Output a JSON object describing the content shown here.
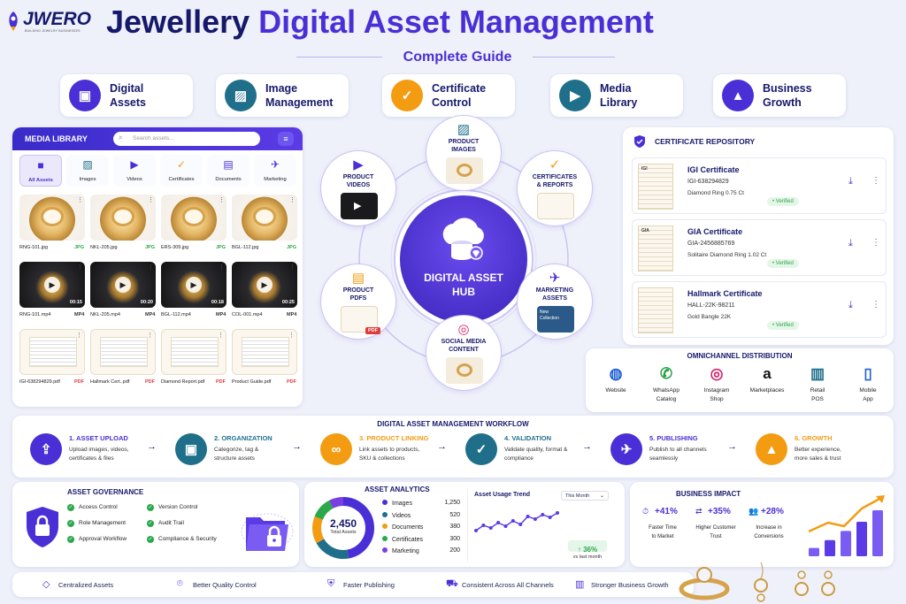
{
  "brand": {
    "name": "JWERO",
    "tagline": "BUILDING JEWELRY BUSINESSES"
  },
  "header": {
    "title_part1": "Jewellery",
    "title_part2": "Digital Asset Management",
    "subtitle": "Complete Guide"
  },
  "top_cards": [
    {
      "label1": "Digital",
      "label2": "Assets",
      "icon": "digital-assets-icon",
      "color": "#4b2fd6"
    },
    {
      "label1": "Image",
      "label2": "Management",
      "icon": "image-icon",
      "color": "#1f6f8b"
    },
    {
      "label1": "Certificate",
      "label2": "Control",
      "icon": "certificate-shield-icon",
      "color": "#f39c12"
    },
    {
      "label1": "Media",
      "label2": "Library",
      "icon": "media-library-icon",
      "color": "#1f6f8b"
    },
    {
      "label1": "Business",
      "label2": "Growth",
      "icon": "growth-chart-icon",
      "color": "#4b2fd6"
    }
  ],
  "media_library": {
    "title": "MEDIA LIBRARY",
    "search_placeholder": "Search assets...",
    "tabs": [
      "All Assets",
      "Images",
      "Videos",
      "Certificates",
      "Documents",
      "Marketing"
    ],
    "rows": [
      [
        {
          "name": "RNG-101.jpg",
          "type": "JPG"
        },
        {
          "name": "NKL-205.jpg",
          "type": "JPG"
        },
        {
          "name": "ERS-309.jpg",
          "type": "JPG"
        },
        {
          "name": "BGL-112.jpg",
          "type": "JPG"
        }
      ],
      [
        {
          "name": "RNG-101.mp4",
          "type": "MP4",
          "dur": "00:15"
        },
        {
          "name": "NKL-205.mp4",
          "type": "MP4",
          "dur": "00:20"
        },
        {
          "name": "BGL-112.mp4",
          "type": "MP4",
          "dur": "00:18"
        },
        {
          "name": "COL-001.mp4",
          "type": "MP4",
          "dur": "00:25"
        }
      ],
      [
        {
          "name": "IGI-638294829.pdf",
          "type": "PDF"
        },
        {
          "name": "Hallmark Cert..pdf",
          "type": "PDF"
        },
        {
          "name": "Diamond Report.pdf",
          "type": "PDF"
        },
        {
          "name": "Product Guide.pdf",
          "type": "PDF"
        }
      ]
    ]
  },
  "hub": {
    "center1": "DIGITAL ASSET",
    "center2": "HUB",
    "nodes": [
      {
        "l1": "PRODUCT",
        "l2": "IMAGES"
      },
      {
        "l1": "CERTIFICATES",
        "l2": "& REPORTS"
      },
      {
        "l1": "MARKETING",
        "l2": "ASSETS",
        "badge1": "New",
        "badge2": "Collection"
      },
      {
        "l1": "SOCIAL MEDIA",
        "l2": "CONTENT"
      },
      {
        "l1": "PRODUCT",
        "l2": "PDFS",
        "badge": "PDF"
      },
      {
        "l1": "PRODUCT",
        "l2": "VIDEOS"
      }
    ]
  },
  "cert_repo": {
    "title": "CERTIFICATE REPOSITORY",
    "items": [
      {
        "name": "IGI Certificate",
        "id": "IGI-638294829",
        "desc": "Diamond Ring 0.75 Ct",
        "status": "• Verified",
        "logo": "IGI"
      },
      {
        "name": "GIA Certificate",
        "id": "GIA-2456885769",
        "desc": "Solitaire Diamond Ring 1.02 Ct",
        "status": "• Verified",
        "logo": "GIA"
      },
      {
        "name": "Hallmark Certificate",
        "id": "HALL-22K-98211",
        "desc": "Gold Bangle 22K",
        "status": "• Verified",
        "logo": ""
      }
    ]
  },
  "omni": {
    "title": "OMNICHANNEL DISTRIBUTION",
    "items": [
      {
        "l1": "Website",
        "l2": "",
        "color": "#1f5fd6"
      },
      {
        "l1": "WhatsApp",
        "l2": "Catalog",
        "color": "#25a244"
      },
      {
        "l1": "Instagram",
        "l2": "Shop",
        "color": "#d6246e"
      },
      {
        "l1": "Marketplaces",
        "l2": "",
        "color": "#111111"
      },
      {
        "l1": "Retail",
        "l2": "POS",
        "color": "#1f6f8b"
      },
      {
        "l1": "Mobile",
        "l2": "App",
        "color": "#1f5fd6"
      }
    ]
  },
  "workflow": {
    "title": "DIGITAL ASSET MANAGEMENT WORKFLOW",
    "steps": [
      {
        "h": "1. ASSET UPLOAD",
        "d1": "Upload images, videos,",
        "d2": "certificates & files",
        "color": "#4b2fd6"
      },
      {
        "h": "2. ORGANIZATION",
        "d1": "Categorize, tag &",
        "d2": "structure assets",
        "color": "#1f6f8b"
      },
      {
        "h": "3. PRODUCT LINKING",
        "d1": "Link assets to products,",
        "d2": "SKU & collections",
        "color": "#f39c12"
      },
      {
        "h": "4. VALIDATION",
        "d1": "Validate quality, format &",
        "d2": "compliance",
        "color": "#1f6f8b"
      },
      {
        "h": "5. PUBLISHING",
        "d1": "Publish to all channels",
        "d2": "seamlessly",
        "color": "#4b2fd6"
      },
      {
        "h": "6. GROWTH",
        "d1": "Better experience,",
        "d2": "more sales & trust",
        "color": "#f39c12"
      }
    ]
  },
  "governance": {
    "title": "ASSET GOVERNANCE",
    "items": [
      "Access Control",
      "Version Control",
      "Role Management",
      "Audit Trail",
      "Approval Workflow",
      "Compliance & Security"
    ]
  },
  "analytics": {
    "title": "ASSET ANALYTICS",
    "total": "2,450",
    "total_label": "Total Assets",
    "items": [
      {
        "name": "Images",
        "value": "1,250",
        "color": "#4b2fd6"
      },
      {
        "name": "Videos",
        "value": "520",
        "color": "#1f6f8b"
      },
      {
        "name": "Documents",
        "value": "380",
        "color": "#f39c12"
      },
      {
        "name": "Certificates",
        "value": "300",
        "color": "#2aa84a"
      },
      {
        "name": "Marketing",
        "value": "200",
        "color": "#7a3fe0"
      }
    ],
    "trend_title": "Asset Usage Trend",
    "trend_period": "This Month",
    "trend_change": "↑ 36%",
    "trend_note": "vs last month"
  },
  "chart_data": {
    "type": "line",
    "title": "Asset Usage Trend",
    "x": [
      1,
      2,
      3,
      4,
      5,
      6,
      7,
      8,
      9,
      10,
      11,
      12
    ],
    "series": [
      {
        "values": [
          30,
          42,
          36,
          48,
          40,
          52,
          44,
          62,
          56,
          66,
          60,
          70
        ]
      }
    ],
    "ylim": [
      0,
      80
    ]
  },
  "impact": {
    "title": "BUSINESS IMPACT",
    "items": [
      {
        "v": "+41%",
        "l1": "Faster Time",
        "l2": "to Market",
        "color": "#4b2fd6"
      },
      {
        "v": "+35%",
        "l1": "Higher Customer",
        "l2": "Trust",
        "color": "#4b2fd6"
      },
      {
        "v": "+28%",
        "l1": "Increase in",
        "l2": "Conversions",
        "color": "#4b2fd6"
      }
    ],
    "bars": [
      0.18,
      0.35,
      0.55,
      0.75,
      1.0
    ]
  },
  "footer": [
    "Centralized Assets",
    "Better Quality Control",
    "Faster Publishing",
    "Consistent Across All Channels",
    "Stronger Business Growth"
  ]
}
